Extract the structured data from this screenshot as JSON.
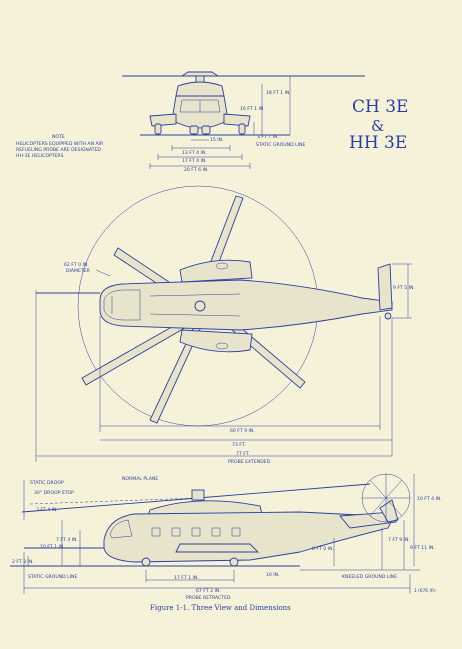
{
  "title": {
    "line1": "CH 3E",
    "amp": "&",
    "line2": "HH 3E"
  },
  "note": {
    "heading": "NOTE",
    "lines": [
      "HELICOPTERS EQUIPPED WITH AN AIR",
      "REFUELING PROBE ARE DESIGNATED",
      "HH-3E HELICOPTERS"
    ]
  },
  "front_view": {
    "height": "18 FT 1 IN.",
    "hub_height": "16 FT 1 IN.",
    "gear_height": "3 FT 7 IN.",
    "ground": "STATIC GROUND LINE",
    "track": "15 IN.",
    "w1": "13 FT 4 IN.",
    "w2": "17 FT 4 IN.",
    "w3": "20 FT 6 IN."
  },
  "top_view": {
    "rotor_dia_value": "62 FT 0 IN.",
    "rotor_dia_label": "DIAMETER",
    "tail": "9 FT 5 IN.",
    "len1": "60 FT 9 IN.",
    "len2": "73 FT.",
    "len3_value": "77 FT.",
    "len3_label": "PROBE EXTENDED"
  },
  "side_view": {
    "static_droop": "STATIC DROOP",
    "normal_plane": "NORMAL PLANE",
    "droop_stop": "30° DROOP STOP",
    "blade_tip": "3 FT 4 IN.",
    "tail_rotor": "10 FT 4 IN.",
    "fwd_h1": "7 FT 4 IN.",
    "fwd_h2": "10 FT 1 IN.",
    "nose_h": "2 FT 3 IN.",
    "aft_h1": "7 FT 9 IN.",
    "aft_h2": "9 FT 11 IN.",
    "mid_h": "8 FT 0 IN.",
    "clear": "10 IN.",
    "wheelbase": "17 FT 1 IN.",
    "ground": "STATIC GROUND LINE",
    "kneeled": "KNEELED GROUND LINE",
    "len_value": "67 FT 2 IN.",
    "len_label": "PROBE RETRACTED",
    "ref": "1 (676 (R)"
  },
  "caption": "Figure 1-1.  Three View and Dimensions"
}
